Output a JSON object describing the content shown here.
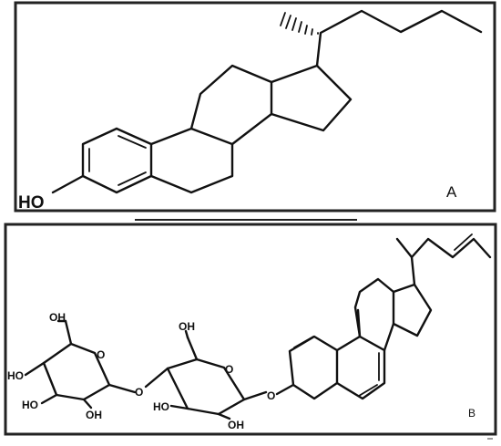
{
  "panel_a": {
    "letter": "A",
    "hydroxyl_label": "HO"
  },
  "panel_b": {
    "letter": "B",
    "sugar_1": {
      "oh_top": "OH",
      "oh_left": "HO",
      "oh_bottom_left": "HO",
      "oh_bottom": "OH",
      "ring_oxygen": "O"
    },
    "glycosidic_oxygen_1": "O",
    "sugar_2": {
      "oh_top": "OH",
      "oh_left": "HO",
      "oh_bottom": "OH",
      "ring_oxygen": "O"
    },
    "glycosidic_oxygen_2": "O"
  },
  "colors": {
    "line": "#111111",
    "background": "#ffffff"
  }
}
